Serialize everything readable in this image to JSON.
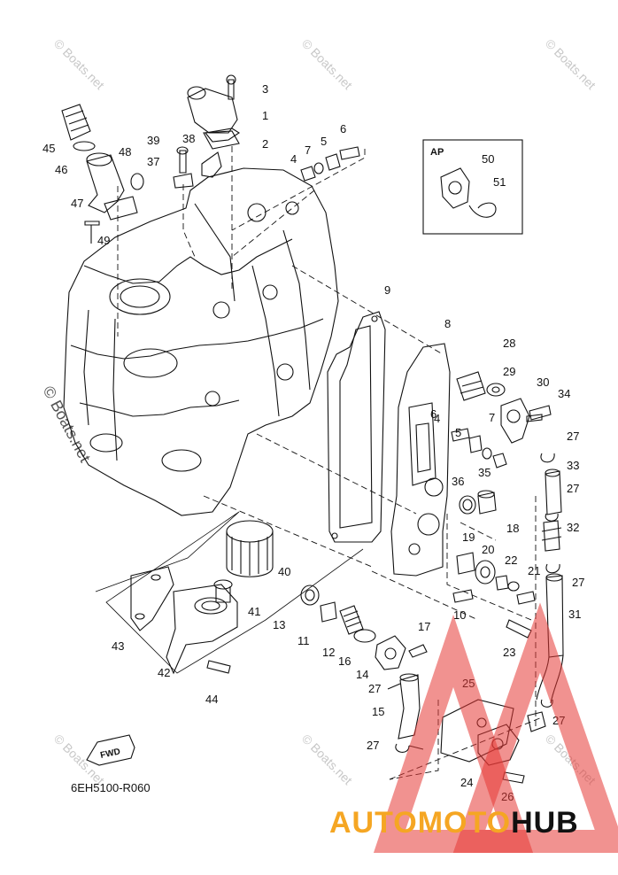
{
  "diagram": {
    "part_labels": [
      "1",
      "2",
      "3",
      "4",
      "5",
      "6",
      "7",
      "8",
      "9",
      "10",
      "11",
      "12",
      "13",
      "14",
      "15",
      "16",
      "17",
      "18",
      "19",
      "20",
      "21",
      "22",
      "23",
      "24",
      "25",
      "26",
      "27",
      "28",
      "29",
      "30",
      "31",
      "32",
      "33",
      "34",
      "35",
      "36",
      "37",
      "38",
      "39",
      "40",
      "41",
      "42",
      "43",
      "44",
      "45",
      "46",
      "47",
      "48",
      "49",
      "50",
      "51",
      "4",
      "5",
      "6",
      "7",
      "27",
      "27",
      "27",
      "27",
      "27"
    ],
    "inset_title": "AP",
    "diagram_code": "6EH5100-R060",
    "fwd_label": "FWD"
  },
  "watermark": {
    "corner_text": "© Boats.net",
    "side_text": "© Boats.net"
  },
  "brand": {
    "part1": "AUTOMOTO",
    "part2": "HUB",
    "color1": "#f5a623",
    "color2": "#111111",
    "triangle_color": "#e53935"
  }
}
